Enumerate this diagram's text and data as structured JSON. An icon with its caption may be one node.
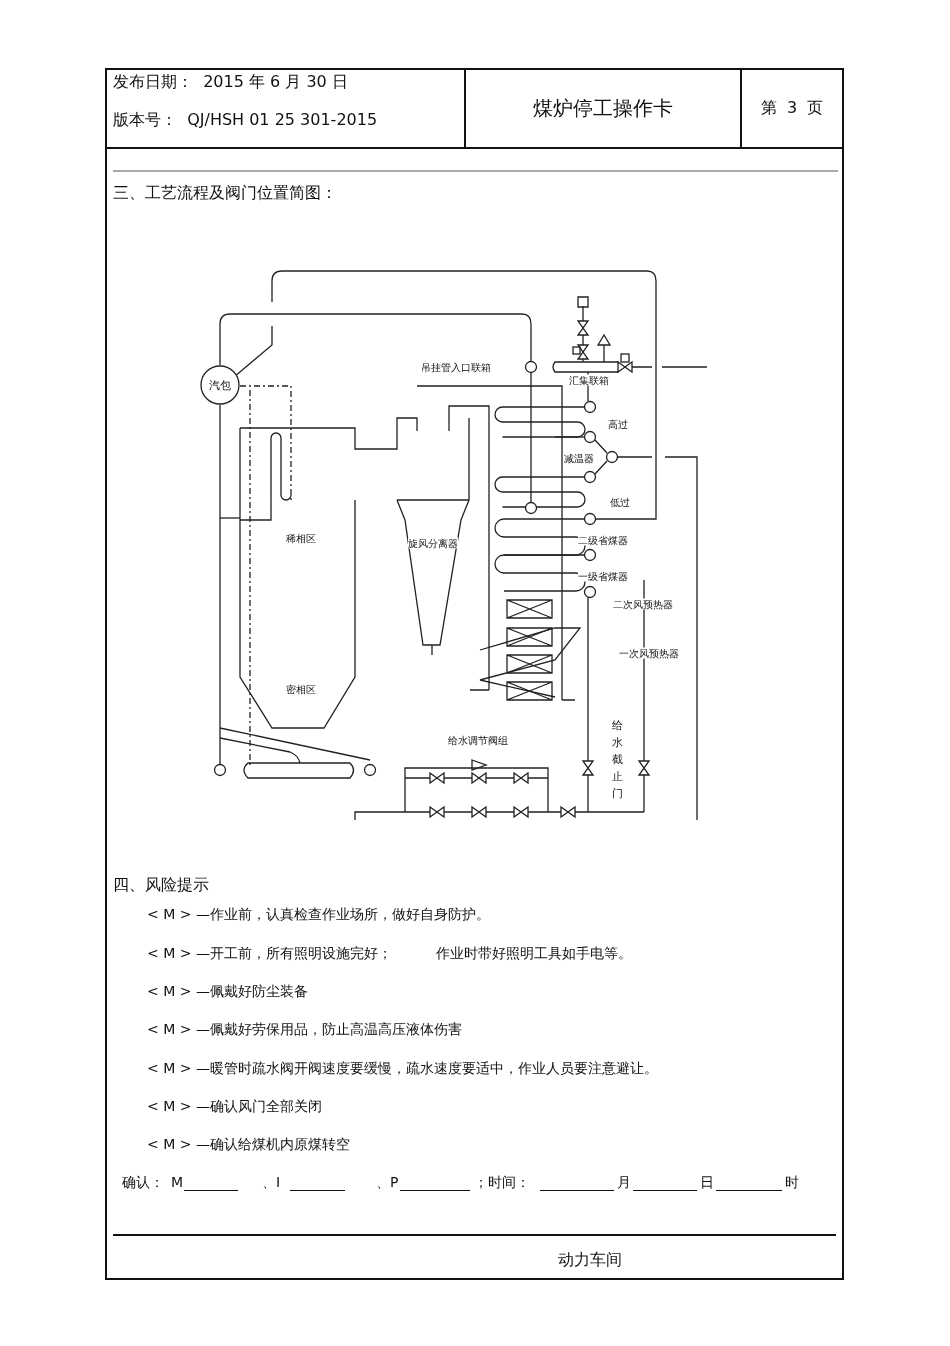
{
  "diagram": {
    "title": "煤炉停工操作卡",
    "nodes": [
      {
        "text": [
          "汽包"
        ]
      }
    ],
    "labels": [
      "发布日期：  2015 年 6 月 30 日",
      "版本号：  QJ/HSH 01 25 301-2015",
      "第  3  页",
      "三、工艺流程及阀门位置简图：",
      "吊挂管入口联箱",
      "汇集联箱",
      "高过",
      "减温器",
      "稀相区",
      "旋风分离器",
      "低过",
      "二级省煤器",
      "一级省煤器",
      "二次风预热器",
      "一次风预热器",
      "密相区",
      "给水调节阀组",
      "给水截止门",
      "四、风险提示",
      "< M > —作业前，认真检查作业场所，做好自身防护。",
      "< M > —开工前，所有照明设施完好；          作业时带好照明工具如手电等。",
      "< M > —佩戴好防尘装备",
      "< M > —佩戴好劳保用品，防止高温高压液体伤害",
      "< M > —暖管时疏水阀开阀速度要缓慢，疏水速度要适中，作业人员要注意避让。",
      "< M > —确认风门全部关闭",
      "< M > —确认给煤机内原煤转空",
      "确认：",
      "M",
      "、I",
      "、P",
      "；时间：",
      "月",
      "日",
      "时",
      "动力车间"
    ]
  }
}
